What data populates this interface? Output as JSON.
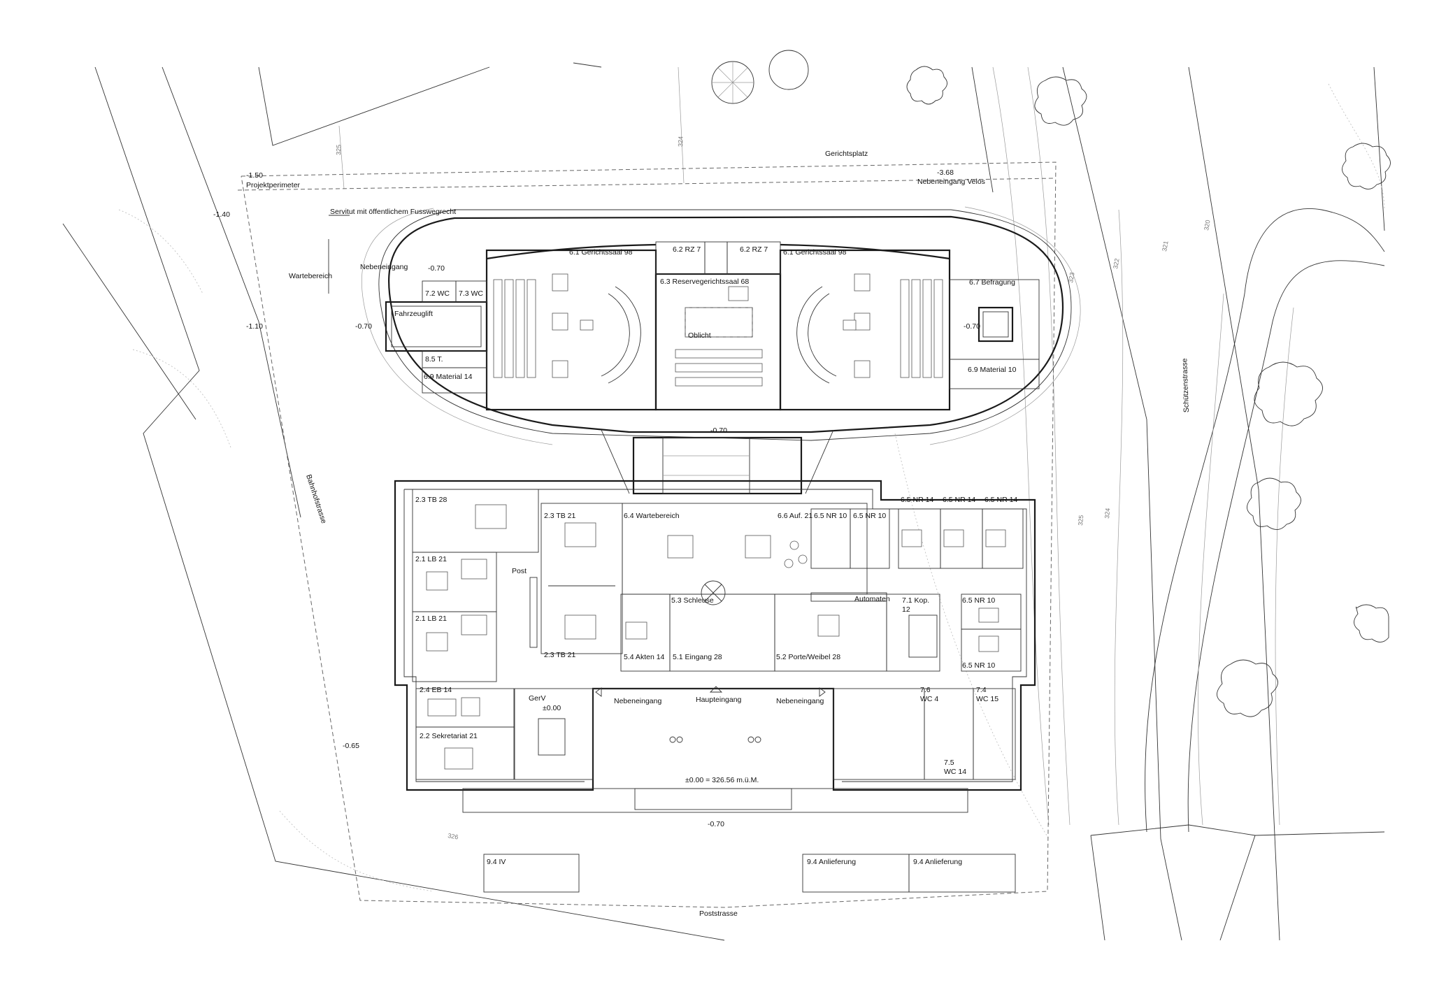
{
  "labels": {
    "projektperimeter": "Projektperimeter",
    "lvl_minus_150": "-1.50",
    "lvl_minus_140": "-1.40",
    "lvl_minus_110": "-1.10",
    "lvl_minus_070_west": "-0.70",
    "lvl_minus_070_entry": "-0.70",
    "lvl_minus_070_east": "-0.70",
    "lvl_minus_070_link": "-0.70",
    "lvl_minus_070_south": "-0.70",
    "lvl_minus_065": "-0.65",
    "lvl_minus_368": "-3.68",
    "gerichtsplatz": "Gerichtsplatz",
    "nebeneingang_velos": "Nebeneingang Velos",
    "servitut": "Servitut mit öffentlichem Fusswegrecht",
    "wartebereich_outside": "Wartebereich",
    "nebeneingang_north": "Nebeneingang",
    "room_72": "7.2 WC",
    "room_73": "7.3 WC",
    "fahrzeuglift": "Fahrzeuglift",
    "room_85": "8.5 T.",
    "room_69_west": "6.9 Material 14",
    "room_61_west": "6.1 Gerichtssaal 98",
    "room_62_west": "6.2 RZ 7",
    "room_62_east": "6.2 RZ 7",
    "room_61_east": "6.1 Gerichtssaal 98",
    "room_63": "6.3 Reservegerichtssaal 68",
    "oblicht": "Oblicht",
    "room_67": "6.7 Befragung",
    "room_69_east": "6.9 Material 10",
    "room_23_a": "2.3 TB 28",
    "room_21_a": "2.1 LB 21",
    "room_21_b": "2.1 LB 21",
    "room_24": "2.4 EB 14",
    "room_22": "2.2 Sekretariat 21",
    "post": "Post",
    "room_23_b": "2.3 TB 21",
    "room_23_c": "2.3 TB 21",
    "room_64": "6.4 Wartebereich",
    "room_66": "6.6 Auf. 21",
    "room_65_a": "6.5 NR 10",
    "room_65_b": "6.5 NR 10",
    "room_65_c": "6.5 NR 14",
    "room_65_d": "6.5 NR 14",
    "room_65_e": "6.5 NR 14",
    "room_53": "5.3 Schleuse",
    "automaten": "Automaten",
    "room_71_a": "7.1 Kop.",
    "room_71_b": "12",
    "room_65_f": "6.5 NR 10",
    "room_65_g": "6.5 NR 10",
    "room_54": "5.4 Akten 14",
    "room_51": "5.1 Eingang 28",
    "room_52": "5.2 Porte/Weibel 28",
    "gerv": "GerV",
    "level_000": "±0.00",
    "nebeneingang_left": "Nebeneingang",
    "haupteingang": "Haupteingang",
    "nebeneingang_right": "Nebeneingang",
    "room_76_a": "7.6",
    "room_76_b": "WC 4",
    "room_74_a": "7.4",
    "room_74_b": "WC 15",
    "room_75_a": "7.5",
    "room_75_b": "WC 14",
    "datum": "±0.00 = 326.56 m.ü.M.",
    "bahnhofstrasse": "Bahnhofstrasse",
    "schuetzenstrasse": "Schützenstrasse",
    "poststrasse": "Poststrasse",
    "park_94_iv": "9.4 IV",
    "park_94_a": "9.4 Anlieferung",
    "park_94_b": "9.4 Anlieferung"
  },
  "contours": {
    "c325_a": "325",
    "c324_a": "324",
    "c323": "323",
    "c322": "322",
    "c321": "321",
    "c320": "320",
    "c324_b": "324",
    "c325_b": "325",
    "c326": "326"
  }
}
